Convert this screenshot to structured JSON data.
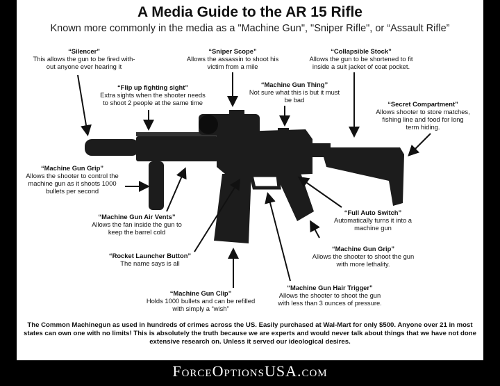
{
  "title": "A Media Guide to the AR 15 Rifle",
  "subtitle": "Known more commonly in the media as a \"Machine Gun\", \"Sniper Rifle\", or “Assault Rifle”",
  "labels": {
    "silencer": {
      "heading": "“Silencer”",
      "text": "This allows the gun to be fired with-\nout anyone ever hearing it"
    },
    "sniper_scope": {
      "heading": "“Sniper Scope”",
      "text": "Allows the assassin to shoot his\nvictim from a mile"
    },
    "collapsible_stock": {
      "heading": "“Collapsible Stock”",
      "text": "Allows the gun to be shortened  to fit\ninside a suit jacket of coat pocket."
    },
    "flip_up_sight": {
      "heading": "“Flip up fighting sight”",
      "text": "Extra sights when the shooter needs\nto shoot 2 people at the same time"
    },
    "machine_gun_thing": {
      "heading": "“Machine Gun Thing”",
      "text": "Not sure what this is but it must\nbe bad"
    },
    "secret_compartment": {
      "heading": "“Secret Compartment”",
      "text": "Allows shooter to store matches,\nfishing line and food for long\nterm hiding."
    },
    "front_grip": {
      "heading": "“Machine Gun Grip”",
      "text": "Allows the shooter to control the\nmachine gun as it shoots 1000\nbullets per second"
    },
    "air_vents": {
      "heading": "“Machine Gun Air Vents”",
      "text": "Allows the fan inside the gun to\nkeep the barrel cold"
    },
    "full_auto": {
      "heading": "“Full Auto Switch”",
      "text": "Automatically turns it into a\nmachine gun"
    },
    "rocket_button": {
      "heading": "“Rocket Launcher Button”",
      "text": "The name says is all"
    },
    "pistol_grip": {
      "heading": "“Machine Gun Grip”",
      "text": "Allows the shooter to shoot the gun\nwith more lethality."
    },
    "hair_trigger": {
      "heading": "“Machine Gun Hair Trigger”",
      "text": "Allows the shooter to shoot the gun\nwith less than 3 ounces of pressure."
    },
    "clip": {
      "heading": "“Machine Gun Clip”",
      "text": "Holds 1000 bullets and can be refilled\nwith simply a “wish”"
    }
  },
  "footer": "The Common Machinegun as used in hundreds of crimes across the US.  Easily purchased at Wal-Mart for only $500.  Anyone over 21 in most states can own one with no limits!  This is absolutely the truth because we are experts and would never talk about things that we have not done extensive research on.  Unless it served our ideological desires.",
  "brand": "ForceOptionsUSA.com",
  "colors": {
    "background": "#000000",
    "panel": "#ffffff",
    "rifle": "#1c1c1c",
    "text": "#111111"
  }
}
